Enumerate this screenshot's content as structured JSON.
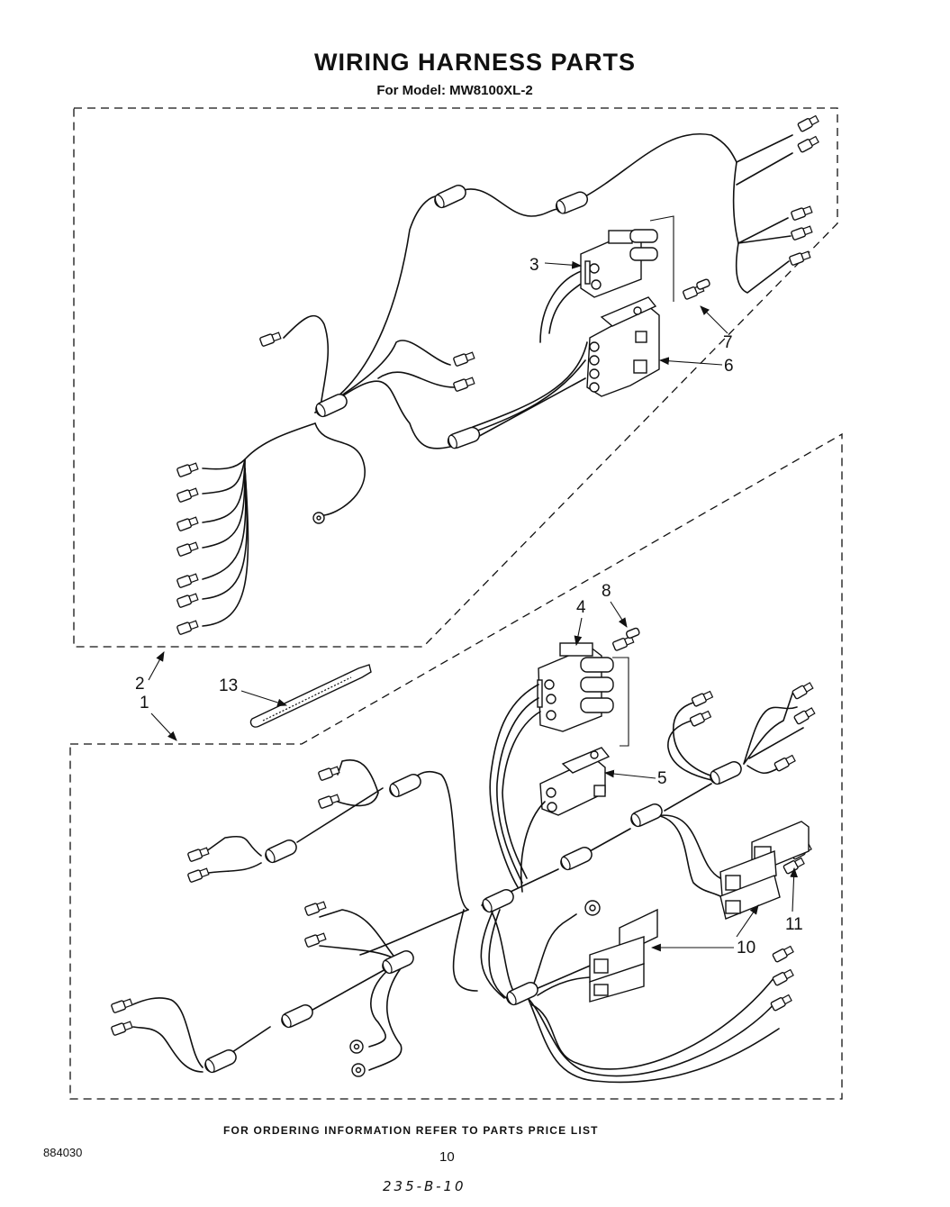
{
  "header": {
    "title": "WIRING HARNESS PARTS",
    "model_line": "For Model: MW8100XL-2"
  },
  "callouts": [
    "1",
    "2",
    "3",
    "4",
    "5",
    "6",
    "7",
    "8",
    "10",
    "11",
    "13"
  ],
  "footer": {
    "ordering_note": "FOR ORDERING INFORMATION REFER TO PARTS PRICE LIST",
    "document_number": "884030",
    "page_number": "10",
    "handwritten_note": "235-B-10"
  }
}
